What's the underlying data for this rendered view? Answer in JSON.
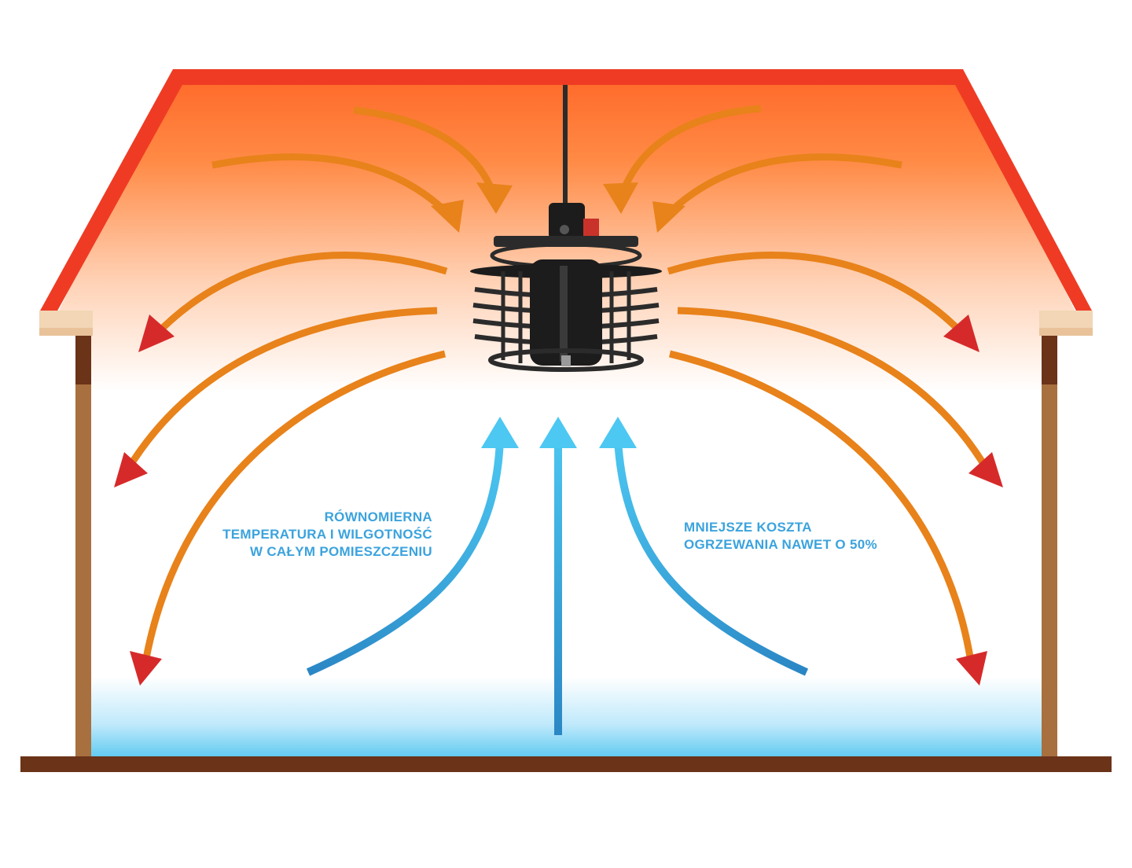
{
  "captions": {
    "left": [
      "RÓWNOMIERNA",
      "TEMPERATURA I WILGOTNOŚĆ",
      "W CAŁYM POMIESZCZENIU"
    ],
    "right": [
      "MNIEJSZE KOSZTA",
      "OGRZEWANIA NAWET O 50%"
    ]
  },
  "colors": {
    "roof": "#ef3b24",
    "warm_air": "#ff7a2e",
    "cool_air": "#5cc9f0",
    "warm_arrow": "#d62a2a",
    "warm_arrow_tip": "#e8821a",
    "cool_arrow": "#44c1ee",
    "cool_arrow_base": "#2a86c4",
    "wall": "#a8703f",
    "floor": "#6b3318",
    "eave": "#f2d6b5",
    "fan": "#1c1c1c",
    "caption_text": "#3ba3dd"
  },
  "icons": [
    "destratification-fan-icon",
    "warm-air-arrow-icon",
    "cool-air-arrow-icon"
  ]
}
